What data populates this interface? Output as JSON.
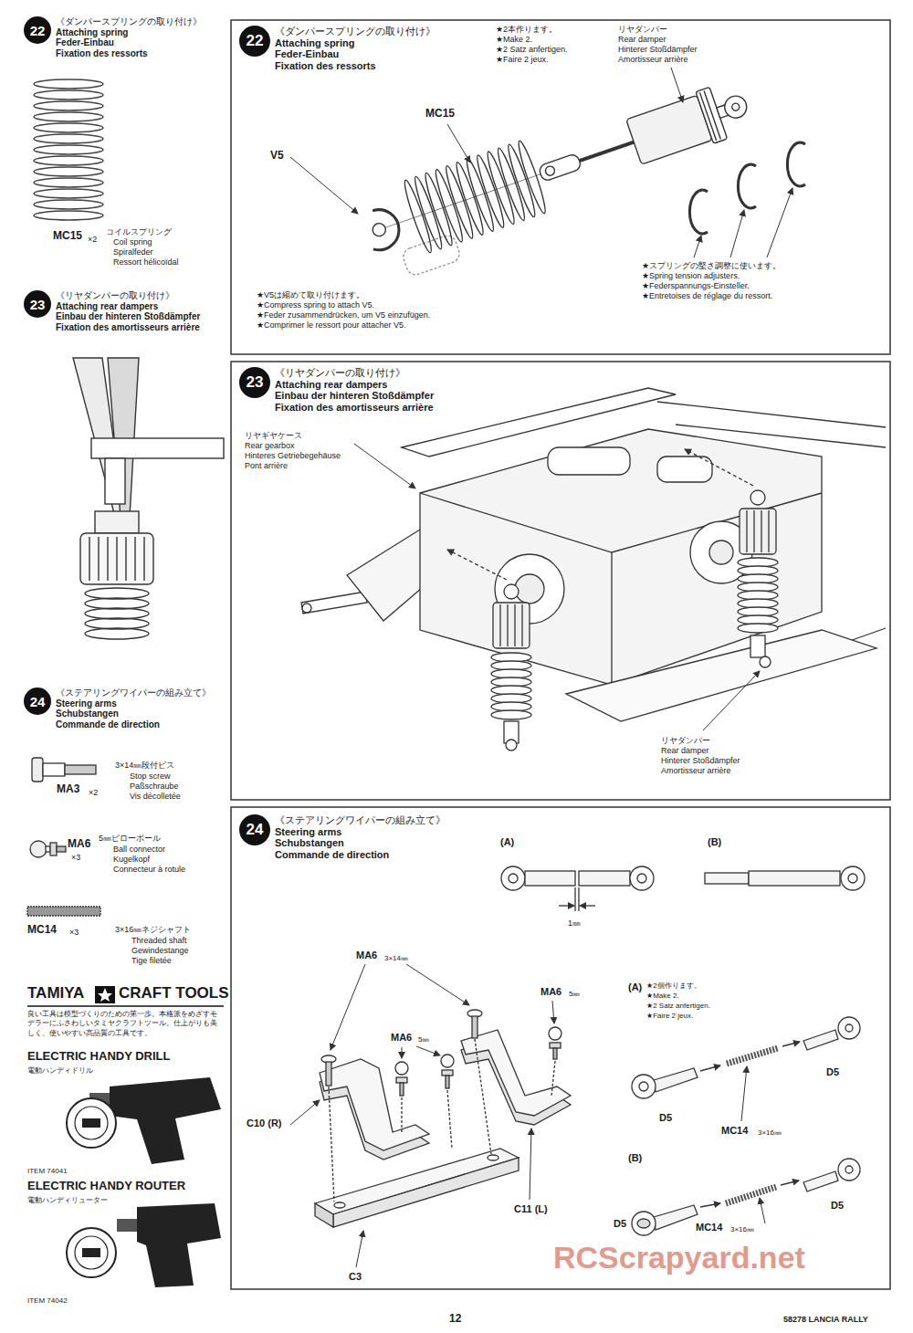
{
  "diagram": {
    "nodes": [
      {
        "text": [
          "22",
          "《ダンパースプリングの取り付け》",
          "Attaching spring",
          "Feder-Einbau",
          "Fixation des ressorts"
        ]
      },
      {
        "text": [
          "22",
          "《ダンパースプリングの取り付け》",
          "Attaching spring",
          "Feder-Einbau",
          "Fixation des ressorts"
        ]
      },
      {
        "text": [
          "23",
          "《リヤダンパーの取り付け》",
          "Attaching rear dampers",
          "Einbau der hinteren Stoßdämpfer",
          "Fixation des amortisseurs arrière"
        ]
      },
      {
        "text": [
          "23",
          "《リヤダンパーの取り付け》",
          "Attaching rear dampers",
          "Einbau der hinteren Stoßdämpfer",
          "Fixation des amortisseurs arrière"
        ]
      },
      {
        "text": [
          "24",
          "《ステアリングワイパーの組み立て》",
          "Steering arms",
          "Schubstangen",
          "Commande de direction"
        ]
      },
      {
        "text": [
          "24",
          "《ステアリングワイパーの組み立て》",
          "Steering arms",
          "Schubstangen",
          "Commande de direction"
        ]
      }
    ],
    "labels": [
      "MC15",
      "×2",
      "コイルスプリング",
      "Coil spring",
      "Spiralfeder",
      "Ressort hélicoïdal",
      "3×14㎜段付ビス",
      "Stop screw",
      "Paßschraube",
      "Vis décolletée",
      "MA3",
      "×2",
      "MA6",
      "×3",
      "5㎜ピローボール",
      "Ball connector",
      "Kugelkopf",
      "Connecteur à rotule",
      "MC14",
      "×3",
      "3×16㎜ネジシャフト",
      "Threaded shaft",
      "Gewindestange",
      "Tige filetée",
      "TAMIYA",
      "CRAFT TOOLS",
      "良い工具は模型づくりのための第一歩。本格派をめざすモデラーにふさわしいタミヤクラフトツール。仕上がりも美しく、使いやすい高品質の工具です。",
      "ELECTRIC HANDY DRILL",
      "電動ハンディドリル",
      "ITEM 74041",
      "ELECTRIC HANDY ROUTER",
      "電動ハンディリューター",
      "ITEM 74042",
      "★2本作ります。",
      "★Make 2.",
      "★2 Satz anfertigen.",
      "★Faire 2 jeux.",
      "リヤダンパー",
      "Rear damper",
      "Hinterer Stoßdämpfer",
      "Amortisseur arrière",
      "MC15",
      "V5",
      "★スプリングの堅さ調整に使います。",
      "★Spring tension adjusters.",
      "★Federspannungs-Einsteller.",
      "★Entretoises de réglage du ressort.",
      "★V5は縮めて取り付けます。",
      "★Compress spring to attach V5.",
      "★Feder zusammendrücken, um V5 einzufügen.",
      "★Comprimer le ressort pour attacher V5.",
      "リヤギヤケース",
      "Rear gearbox",
      "Hinteres Getriebegehäuse",
      "Pont arrière",
      "リヤダンパー",
      "Rear damper",
      "Hinterer Stoßdämpfer",
      "Amortisseur arrière",
      "(A)",
      "(B)",
      "1㎜",
      "MA6",
      "3×14㎜",
      "MA6",
      "5㎜",
      "MA6",
      "5㎜",
      "C10 (R)",
      "C11 (L)",
      "C3",
      "(A)",
      "★2個作ります。",
      "★Make 2.",
      "★2 Satz anfertigen.",
      "★Faire 2 jeux.",
      "D5",
      "D5",
      "MC14",
      "3×16㎜",
      "(B)",
      "D5",
      "MC14",
      "3×16㎜",
      "D5",
      "RCScrapyard.net",
      "12",
      "58278 LANCIA RALLY"
    ]
  }
}
